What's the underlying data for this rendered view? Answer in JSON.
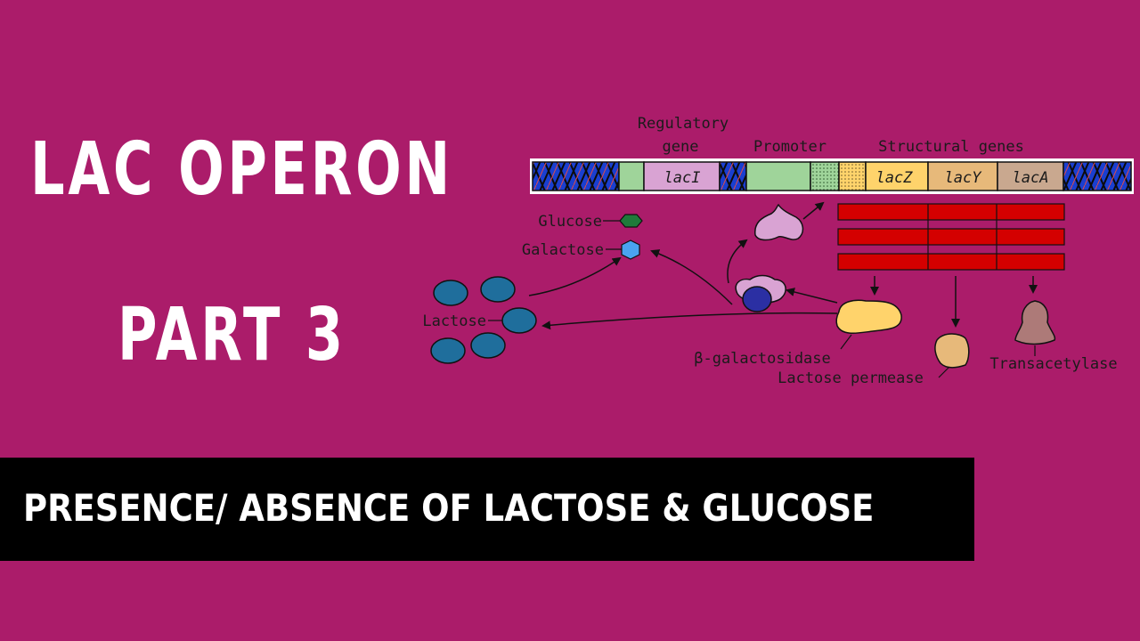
{
  "title": {
    "line1": "LAC OPERON",
    "line2": "PART 3"
  },
  "banner": {
    "text": "PRESENCE/ ABSENCE OF LACTOSE & GLUCOSE"
  },
  "diagram": {
    "header_labels": {
      "regulatory_line1": "Regulatory",
      "regulatory_line2": "gene",
      "promoter": "Promoter",
      "structural": "Structural genes"
    },
    "genes": {
      "lacI": "lacI",
      "lacZ": "lacZ",
      "lacY": "lacY",
      "lacA": "lacA"
    },
    "molecules": {
      "glucose": "Glucose",
      "galactose": "Galactose",
      "lactose": "Lactose"
    },
    "proteins": {
      "beta_galactosidase": "β-galactosidase",
      "lactose_permease": "Lactose permease",
      "transacetylase": "Transacetylase"
    },
    "colors": {
      "background": "#ab1c6a",
      "dna_blue": "#1a3fd0",
      "regulatory_green": "#9fd49a",
      "structural_tan": "#e7b97a",
      "mrna_red": "#d40000",
      "lactose_blue": "#1f6e9c",
      "galactosidase_yellow": "#ffd36b"
    }
  }
}
